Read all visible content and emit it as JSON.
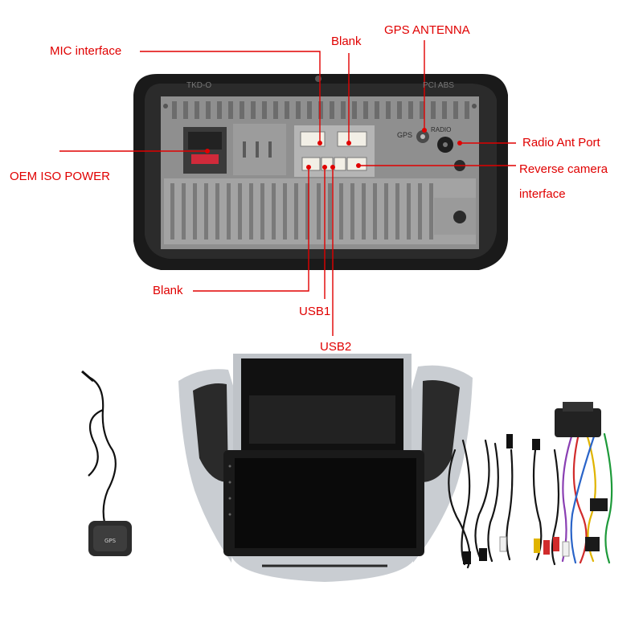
{
  "callouts": {
    "mic_interface": "MIC interface",
    "blank_top": "Blank",
    "gps_antenna": "GPS ANTENNA",
    "oem_iso_power": "OEM ISO POWER",
    "radio_ant_port": "Radio Ant Port",
    "reverse_camera": "Reverse camera",
    "reverse_camera_line2": "interface",
    "blank_bottom": "Blank",
    "usb1": "USB1",
    "usb2": "USB2"
  },
  "unit_markings": {
    "left_badge": "TKD-O",
    "right_badge": "PCI ABS",
    "gps_port": "GPS",
    "radio_port": "RADIO"
  },
  "colors": {
    "callout_red": "#e00000",
    "callout_dark": "#111111",
    "chassis_black": "#1a1a1a",
    "backplate_gray": "#8f8f8f",
    "bezel_silver": "#c9cdd2"
  },
  "icons": {
    "gps_module": "gps-puck-icon",
    "harness": "wire-harness-icon"
  }
}
